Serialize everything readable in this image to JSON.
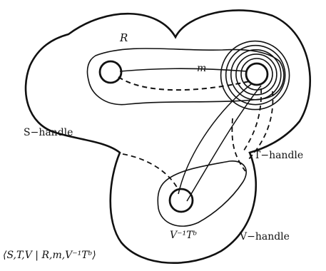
{
  "diagram": {
    "labels": {
      "R": "R",
      "m": "m",
      "S_handle": "S−handle",
      "T_handle": "T−handle",
      "V_handle": "V−handle",
      "V_inv_T_b": "V⁻¹Tᵇ",
      "presentation": "⟨S,T,V | R,m,V⁻¹Tᵇ⟩"
    },
    "colors": {
      "ink": "#111111",
      "background": "#ffffff"
    },
    "spiral_turns": 5
  }
}
